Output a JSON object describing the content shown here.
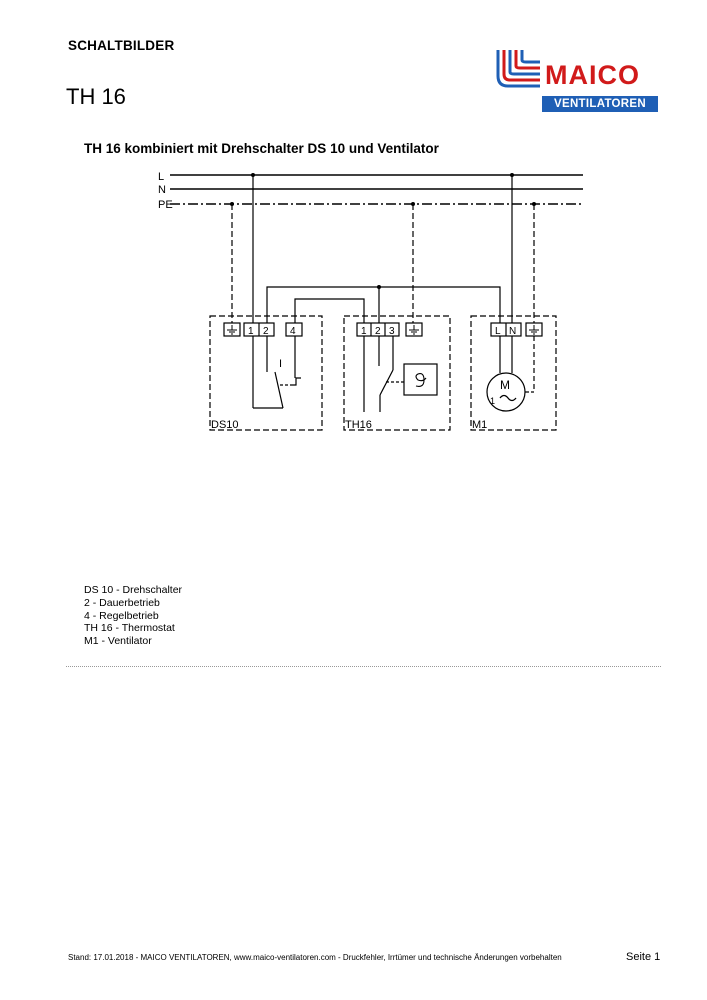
{
  "header": {
    "section": "SCHALTBILDER",
    "title": "TH 16"
  },
  "logo": {
    "brand": "MAICO",
    "tagline": "VENTILATOREN"
  },
  "diagram": {
    "caption": "TH 16 kombiniert mit Drehschalter DS 10 und Ventilator",
    "lines": [
      "L",
      "N",
      "PE"
    ],
    "devices": [
      {
        "id": "DS10",
        "terminals": [
          "⏚",
          "1",
          "2",
          "4"
        ]
      },
      {
        "id": "TH16",
        "terminals": [
          "1",
          "2",
          "3",
          "⏚"
        ]
      },
      {
        "id": "M1",
        "terminals": [
          "L",
          "N",
          "⏚"
        ]
      }
    ],
    "motor_symbol": "M",
    "motor_phase": "1",
    "ds10_position_label": "I"
  },
  "legend": [
    "DS 10 - Drehschalter",
    "2 - Dauerbetrieb",
    "4 - Regelbetrieb",
    "TH 16 - Thermostat",
    "M1 - Ventilator"
  ],
  "footer": {
    "text": "Stand: 17.01.2018 - MAICO VENTILATOREN, www.maico-ventilatoren.com - Druckfehler, Irrtümer und technische Änderungen vorbehalten",
    "page": "Seite 1"
  },
  "colors": {
    "brand_red": "#d11a1a",
    "brand_blue": "#1f5fb5"
  }
}
